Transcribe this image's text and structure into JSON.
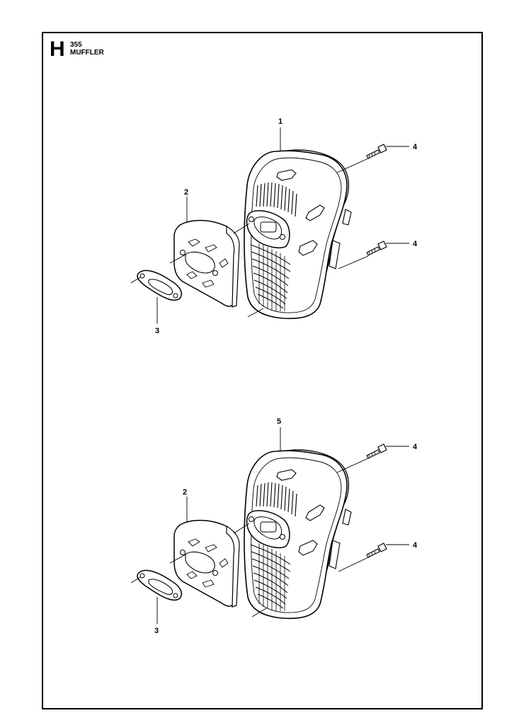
{
  "header": {
    "section_letter": "H",
    "model": "355",
    "title": "MUFFLER"
  },
  "diagrams": [
    {
      "callouts": [
        "1",
        "2",
        "3",
        "4",
        "4"
      ]
    },
    {
      "callouts": [
        "5",
        "2",
        "3",
        "4",
        "4"
      ]
    }
  ]
}
